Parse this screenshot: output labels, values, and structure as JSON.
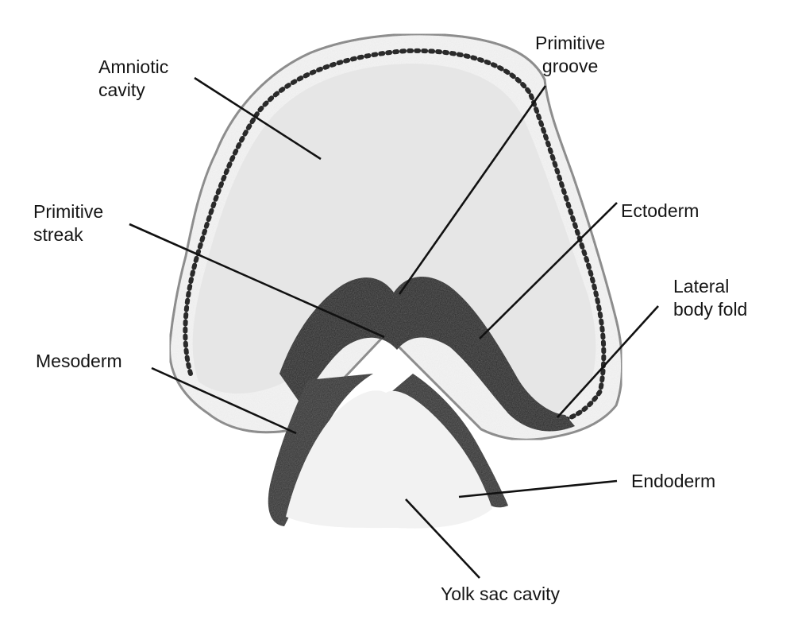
{
  "diagram": {
    "labels": {
      "amniotic_cavity": [
        "Amniotic",
        "cavity"
      ],
      "primitive_groove": [
        "Primitive",
        "groove"
      ],
      "primitive_streak": [
        "Primitive",
        "streak"
      ],
      "ectoderm": [
        "Ectoderm"
      ],
      "lateral_body_fold": [
        "Lateral",
        "body fold"
      ],
      "mesoderm": [
        "Mesoderm"
      ],
      "endoderm": [
        "Endoderm"
      ],
      "yolk_sac_cavity": [
        "Yolk sac cavity"
      ]
    }
  },
  "colors": {
    "background": "#ffffff",
    "cavity_fill": "#e6e6e6",
    "tissue_dark": "#1c1c1c",
    "tissue_mid": "#5a5a5a",
    "membrane_edge": "#8a8a8a",
    "leader_line": "#111111",
    "label_text": "#151515"
  }
}
